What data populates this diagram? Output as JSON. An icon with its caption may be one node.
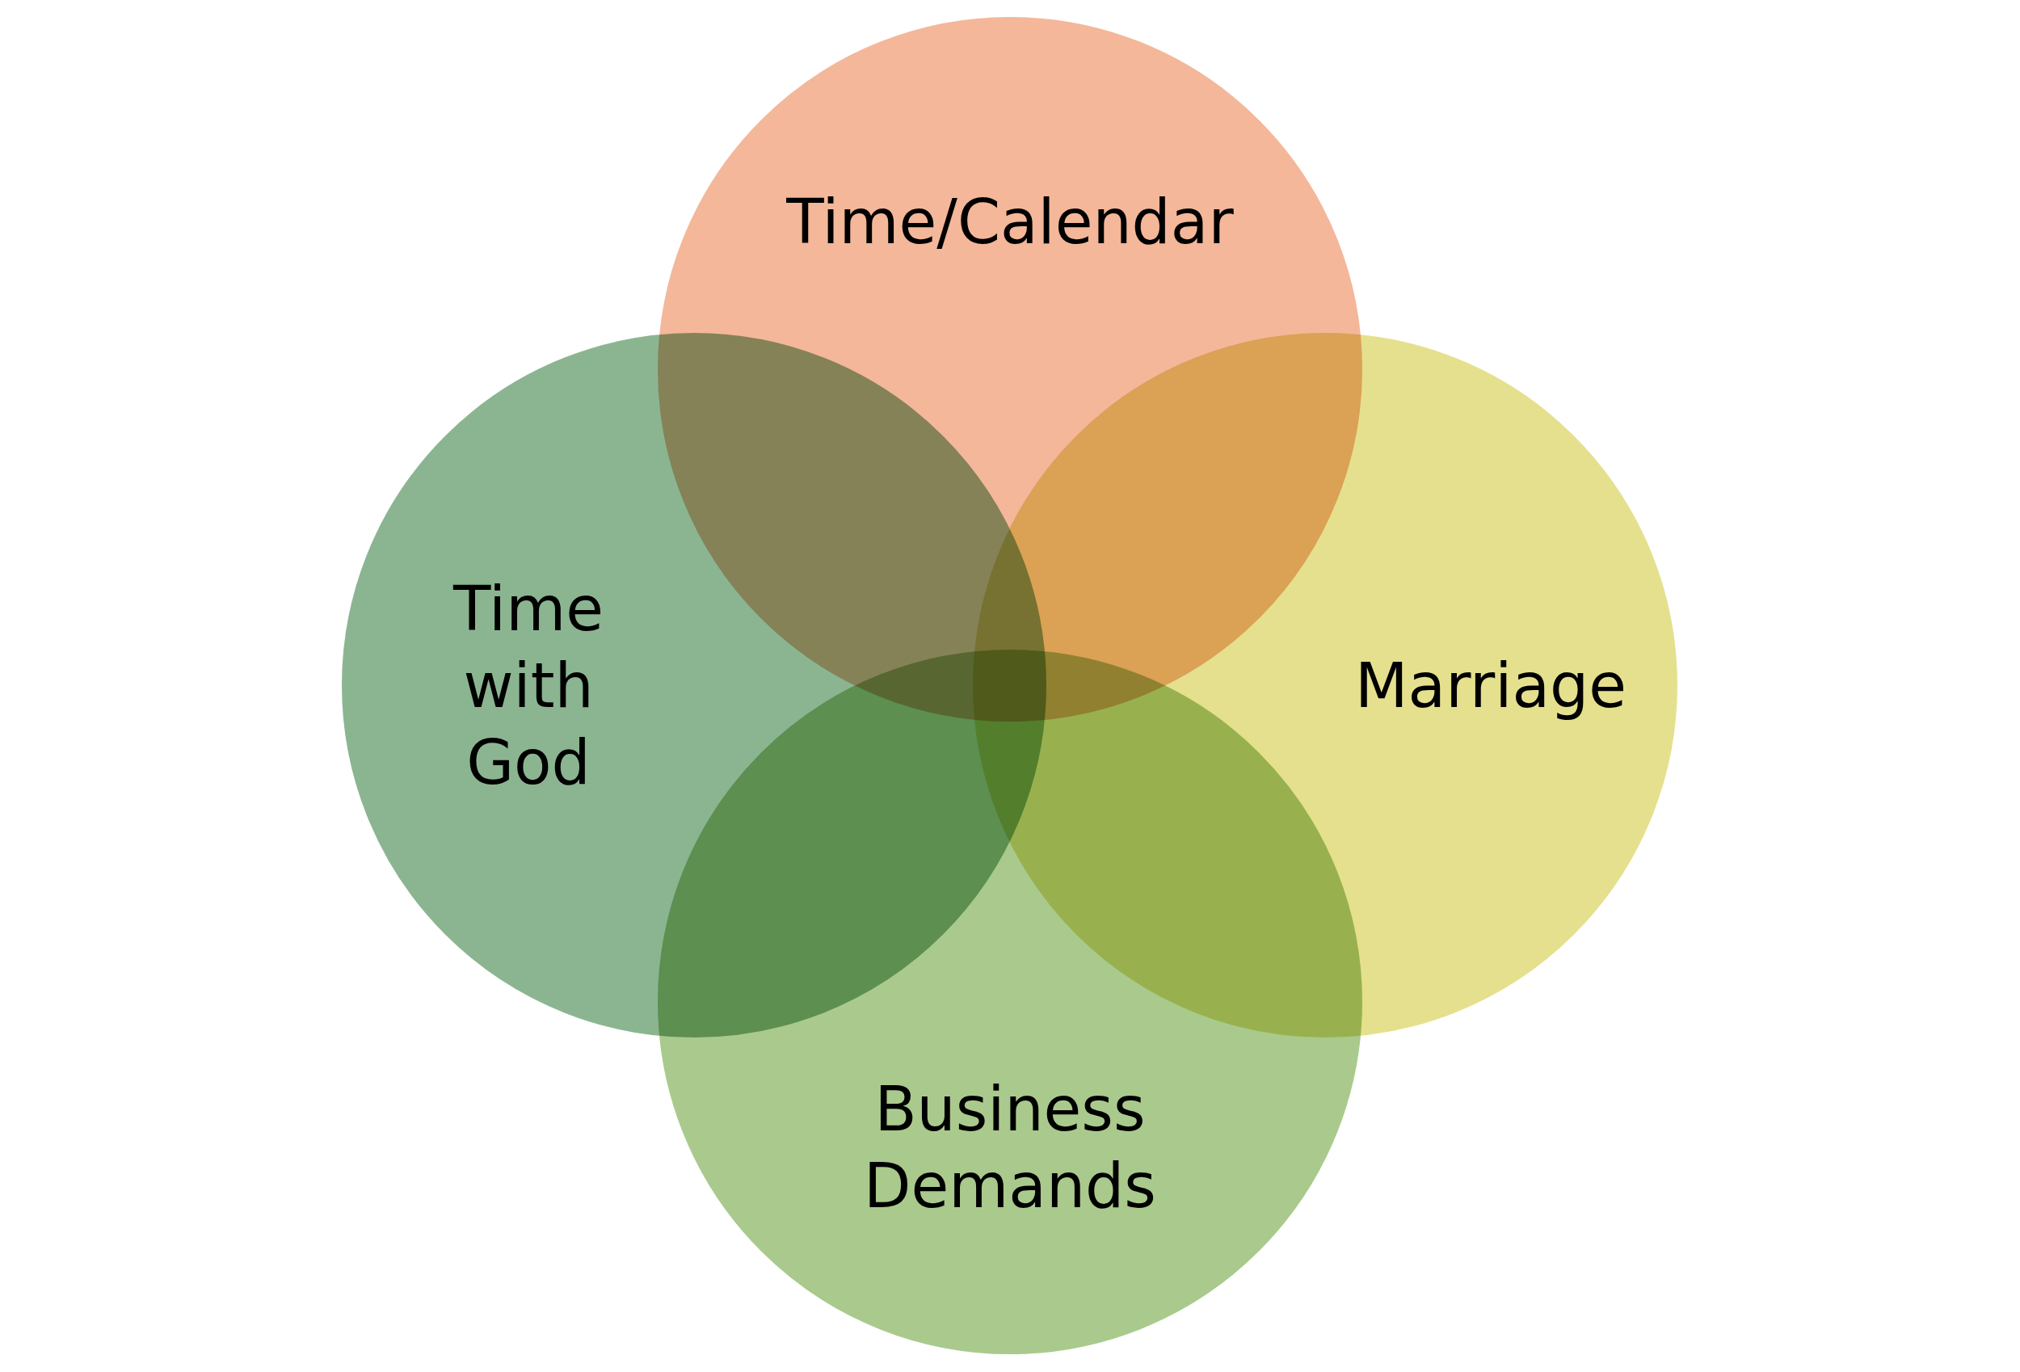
{
  "diagram": {
    "nodes": [
      {
        "text": [
          "Time/Calendar"
        ]
      },
      {
        "text": [
          "Time with God"
        ]
      },
      {
        "text": [
          "Marriage"
        ]
      },
      {
        "text": [
          "Business Demands"
        ]
      }
    ],
    "edges": []
  }
}
